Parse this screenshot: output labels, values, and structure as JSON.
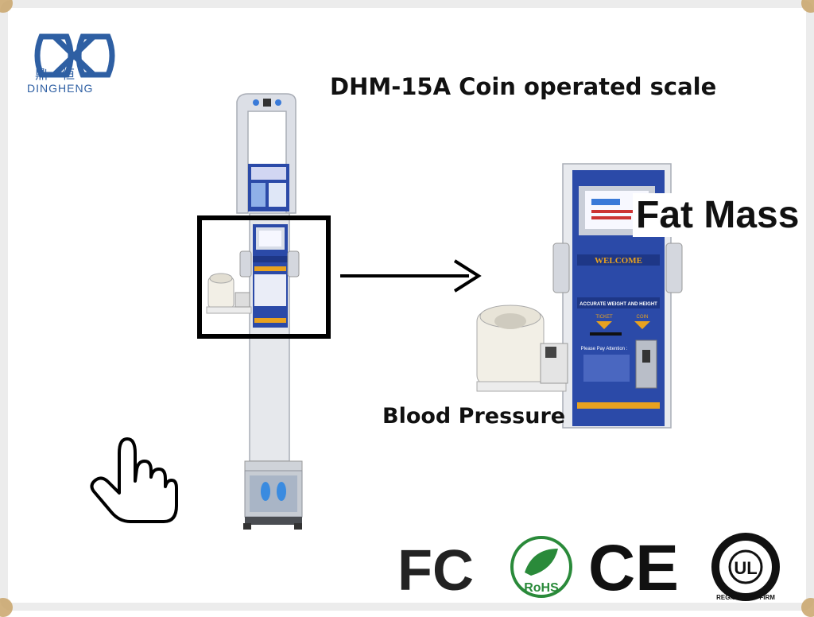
{
  "logo": {
    "cn": "鼎恒",
    "en": "DINGHENG"
  },
  "title": "DHM-15A Coin operated scale",
  "labels": {
    "fat_mass": "Fat Mass",
    "blood_pressure": "Blood Pressure"
  },
  "machine": {
    "welcome": "WELCOME",
    "accurate": "ACCURATE WEIGHT AND HEIGHT",
    "notice": "Please Pay Attention :",
    "ticket": "TICKET",
    "coin": "COIN"
  },
  "certs": {
    "fc": "FC",
    "rohs": "RoHS",
    "ce": "CE",
    "ul": "UL",
    "ul_ring": "REGISTERED FIRM"
  },
  "colors": {
    "brand_blue": "#2e5fa3",
    "panel_blue": "#2b4aa8",
    "accent_orange": "#e8a21f"
  }
}
